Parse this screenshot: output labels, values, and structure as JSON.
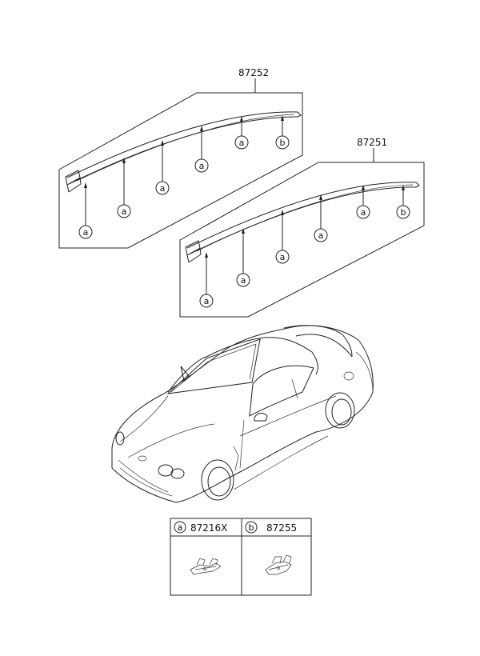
{
  "parts": {
    "upper": {
      "number": "87252"
    },
    "lower": {
      "number": "87251"
    }
  },
  "callout_letters": {
    "a": "a",
    "b": "b"
  },
  "legend": {
    "a": {
      "letter": "a",
      "part": "87216X"
    },
    "b": {
      "letter": "b",
      "part": "87255"
    }
  }
}
